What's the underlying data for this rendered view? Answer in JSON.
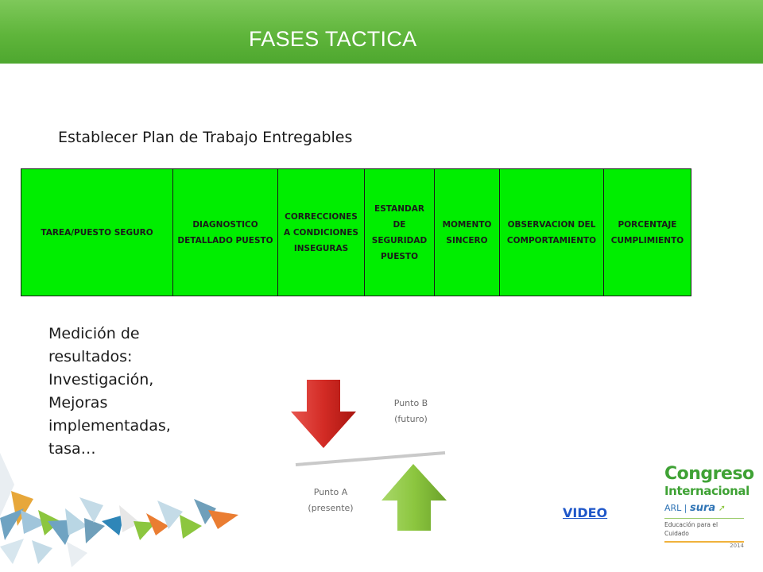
{
  "header": {
    "title": "FASES TACTICA",
    "color": "#5fb53b"
  },
  "section": {
    "heading": "Establecer Plan de Trabajo Entregables"
  },
  "deliverables": {
    "fill_color": "#00ee00",
    "columns": [
      "TAREA/PUESTO SEGURO",
      "DIAGNOSTICO DETALLADO PUESTO",
      "CORRECCIONES A CONDICIONES INSEGURAS",
      "ESTANDAR DE SEGURIDAD PUESTO",
      "MOMENTO SINCERO",
      "OBSERVACION DEL COMPORTAMIENTO",
      "PORCENTAJE CUMPLIMIENTO"
    ]
  },
  "measurement": {
    "lines": [
      "Medición de",
      "resultados:",
      "Investigación,",
      "Mejoras",
      "implementadas,",
      "tasa…"
    ]
  },
  "diagram": {
    "point_b_label": "Punto B",
    "point_b_sub": "(futuro)",
    "point_a_label": "Punto A",
    "point_a_sub": "(presente)",
    "down_arrow_color": "#d32b25",
    "up_arrow_color": "#8cc63f"
  },
  "video_link": {
    "label": "VIDEO"
  },
  "logo": {
    "line1": "Congreso",
    "line2": "Internacional",
    "arl": "ARL",
    "brand": "sura",
    "tagline": "Educación para el Cuidado",
    "year": "2014"
  }
}
